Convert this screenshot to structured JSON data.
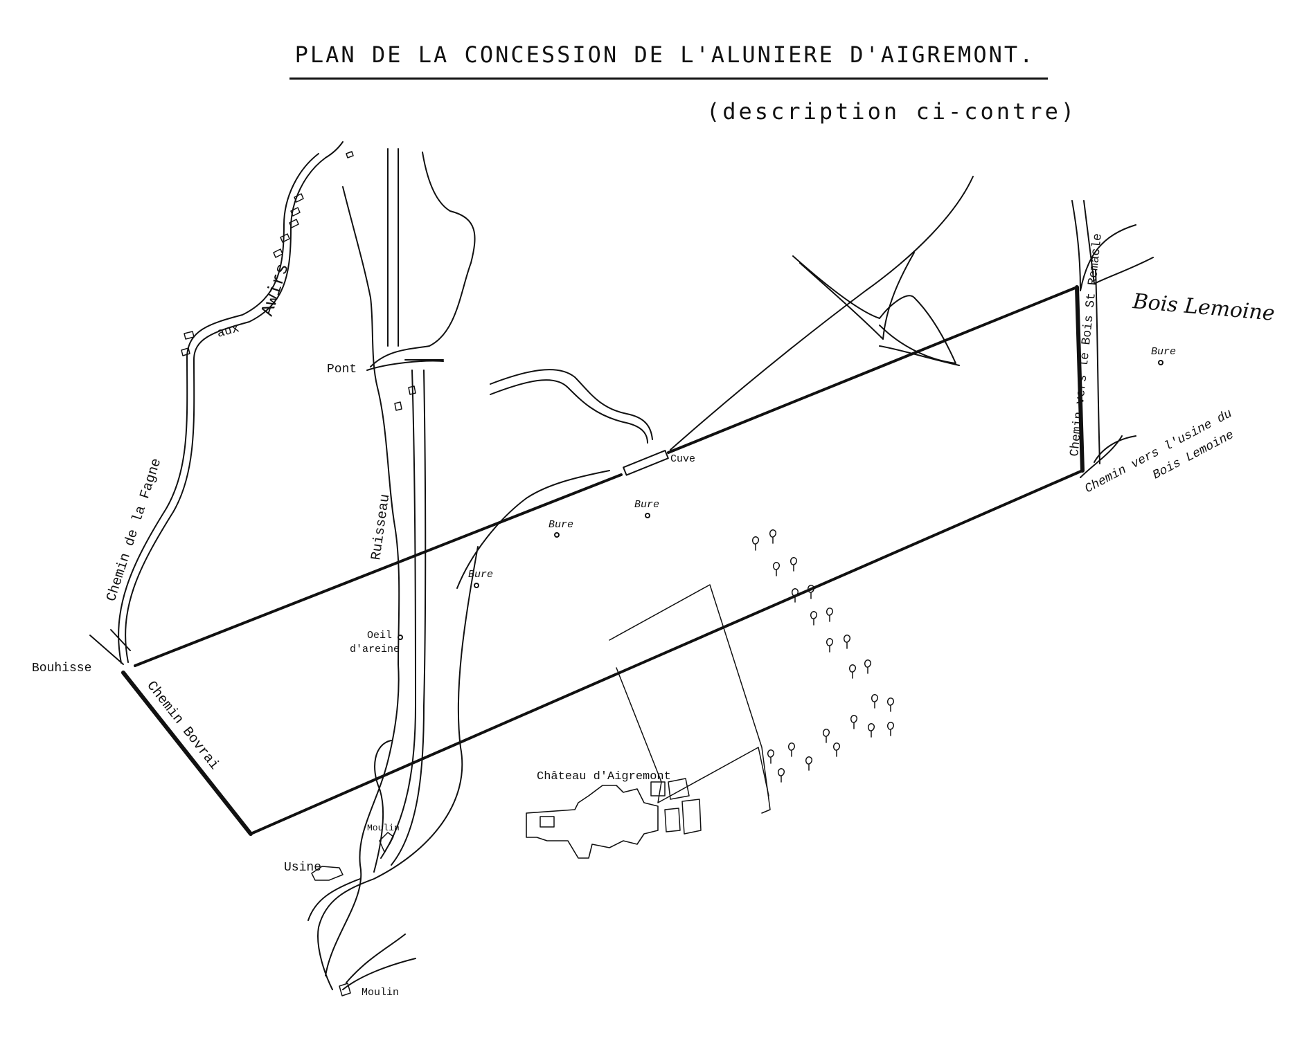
{
  "title": "PLAN DE LA CONCESSION DE L'ALUNIERE D'AIGREMONT.",
  "subtitle": "(description ci-contre)",
  "labels": {
    "awirs": "Awirs",
    "aux": "aux",
    "chemin_fagne": "Chemin de la Fagne",
    "bouhisse": "Bouhisse",
    "chemin_bovrai": "Chemin Bovrai",
    "pont": "Pont",
    "ruisseau": "Ruisseau",
    "oeil": "Oeil",
    "dareine": "d'areine",
    "bure": "Bure",
    "cuve": "Cuve",
    "chateau": "Château d'Aigremont",
    "moulin": "Moulin",
    "usine": "Usine",
    "bois_lemoine": "Bois Lemoine",
    "chemin_st_remacle": "Chemin vers le Bois St Remacle",
    "chemin_usine_1": "Chemin vers l'usine du",
    "chemin_usine_2": "Bois Lemoine"
  },
  "colors": {
    "ink": "#111111",
    "paper": "#ffffff"
  }
}
